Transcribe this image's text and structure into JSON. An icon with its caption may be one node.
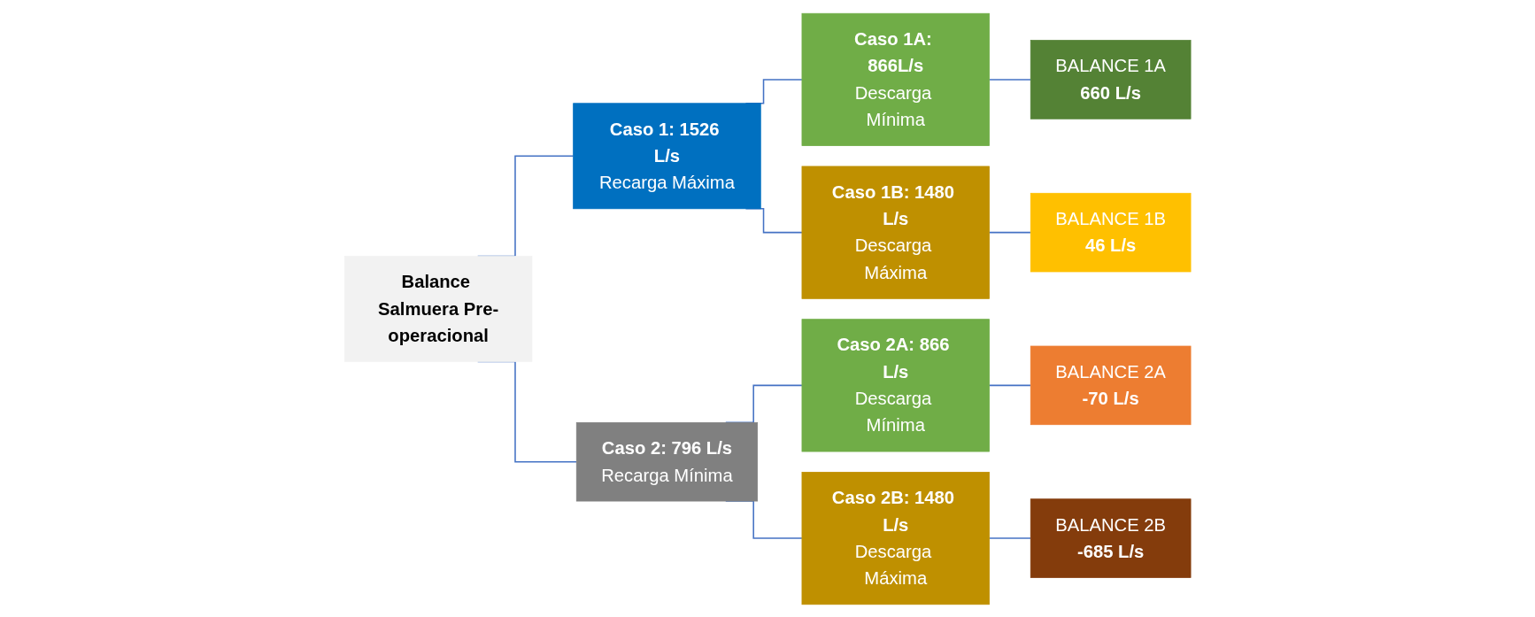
{
  "diagram": {
    "nodes": [
      {
        "text": [
          "Balance Salmuera Pre-operacional"
        ]
      },
      {
        "text": [
          "Caso 1: 1526 L/s",
          "Recarga Máxima"
        ]
      },
      {
        "text": [
          "Caso 1A: 866L/s",
          "Descarga Mínima"
        ]
      },
      {
        "text": [
          "Caso 1B: 1480 L/s",
          "Descarga Máxima"
        ]
      },
      {
        "text": [
          "Caso 2: 796 L/s",
          "Recarga Mínima"
        ]
      },
      {
        "text": [
          "Caso 2A: 866 L/s",
          "Descarga Mínima"
        ]
      },
      {
        "text": [
          "Caso 2B: 1480 L/s",
          "Descarga Máxima"
        ]
      },
      {
        "text": [
          "BALANCE 1A",
          "660 L/s"
        ]
      },
      {
        "text": [
          "BALANCE 1B",
          "46 L/s"
        ]
      },
      {
        "text": [
          "BALANCE 2A",
          "-70 L/s"
        ]
      },
      {
        "text": [
          "BALANCE 2B",
          "-685 L/s"
        ]
      }
    ],
    "edges": [
      {
        "from": 0,
        "to": 1,
        "arrow": "none"
      },
      {
        "from": 0,
        "to": 4,
        "arrow": "none"
      },
      {
        "from": 1,
        "to": 2,
        "arrow": "none"
      },
      {
        "from": 1,
        "to": 3,
        "arrow": "none"
      },
      {
        "from": 4,
        "to": 5,
        "arrow": "none"
      },
      {
        "from": 4,
        "to": 6,
        "arrow": "none"
      },
      {
        "from": 2,
        "to": 7,
        "arrow": "none"
      },
      {
        "from": 3,
        "to": 8,
        "arrow": "none"
      },
      {
        "from": 5,
        "to": 9,
        "arrow": "none"
      },
      {
        "from": 6,
        "to": 10,
        "arrow": "none"
      }
    ]
  }
}
